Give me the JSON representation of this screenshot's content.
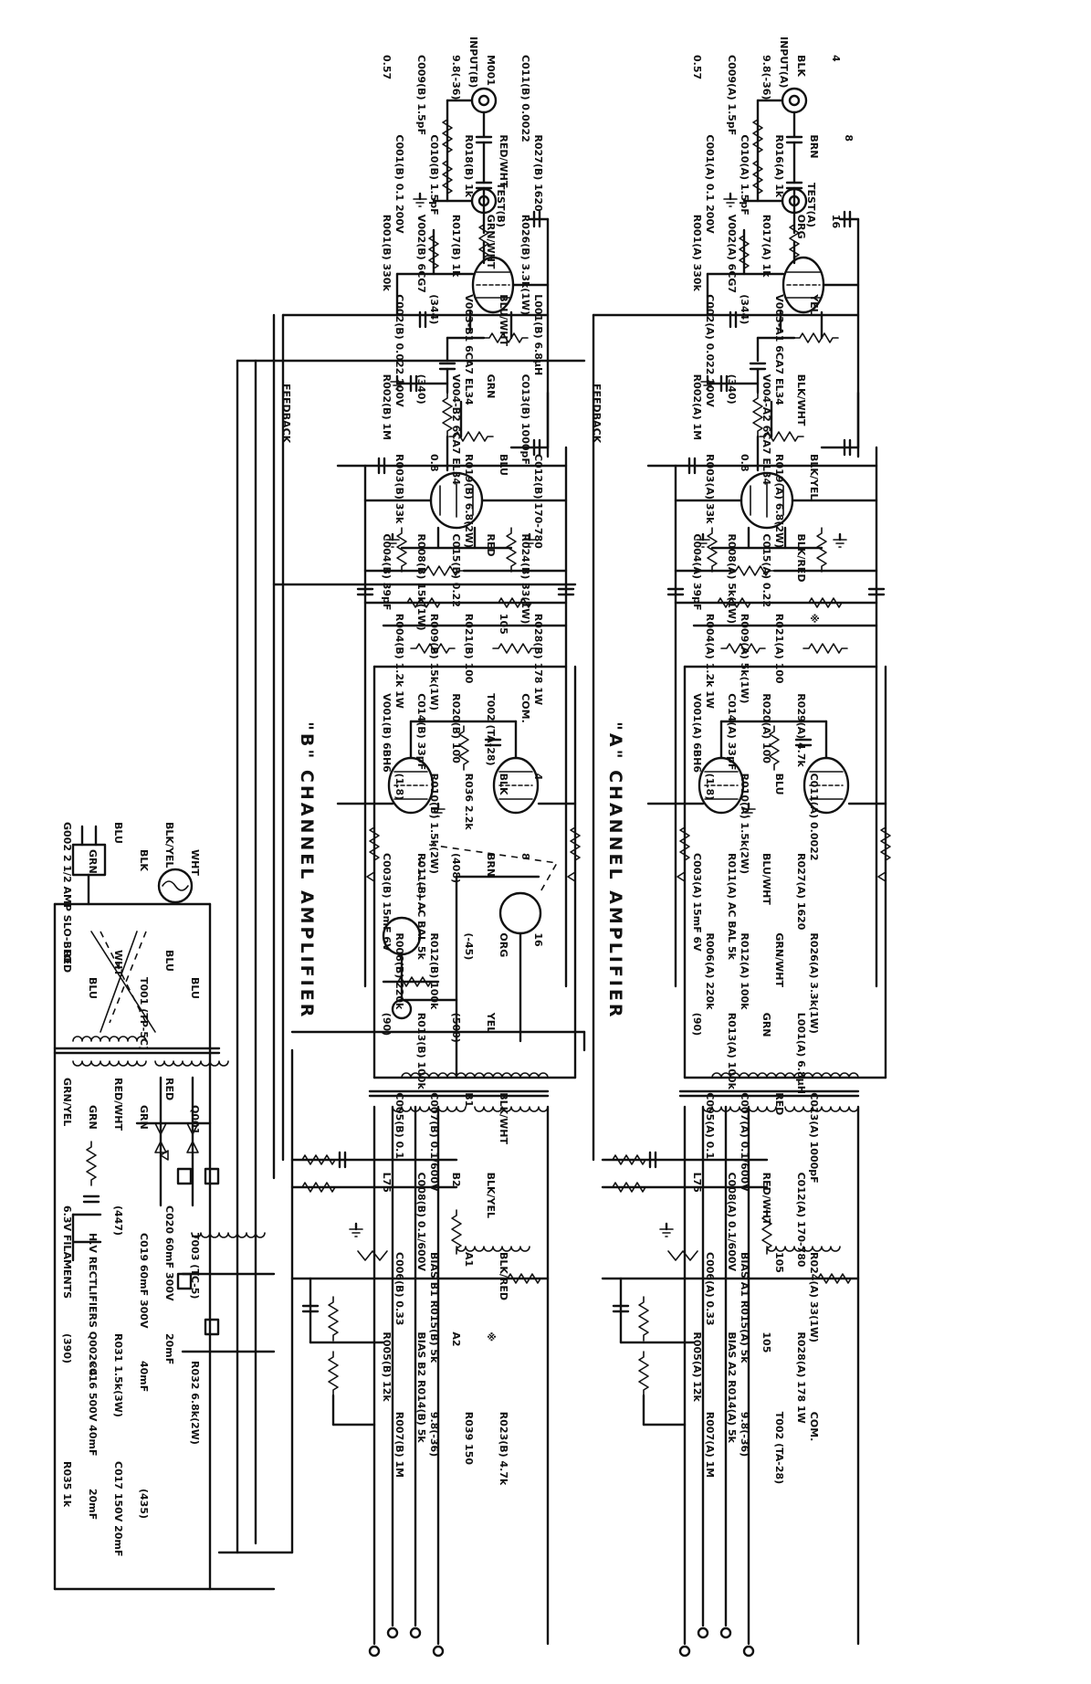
{
  "schematic": {
    "channel_a": {
      "title": "\"A\" CHANNEL  AMPLIFIER",
      "input_jack": "INPUT(A)",
      "test_jack": "TEST(A)",
      "feedback": "FEEDBACK",
      "labels": [
        "0.57",
        "C001(A) 0.1 200V",
        "R001(A) 330k",
        "C002(A) 0.022 200V",
        "R002(A) 1M",
        "R003(A) 33k",
        "C004(A) 39pF",
        "R004(A) 1.2k 1W",
        "V001(A) 6BH6",
        "(1.8)",
        "C003(A) 15mF 6V",
        "R006(A) 220k",
        "(90)",
        "C005(A) 0.1",
        "L75",
        "C006(A) 0.33",
        "R005(A) 12k",
        "R007(A) 1M",
        "C009(A) 1.5pF",
        "C010(A) 1.5pF",
        "V002(A) 6CG7",
        "(344)",
        "(340)",
        "0.8",
        "R008(A) 5k(1W)",
        "R009(A) 5k(1W)",
        "C014(A) 33pF",
        "R010(A) 1.5k(2W)",
        "R011(A) AC BAL 5k",
        "R012(A) 100k",
        "R013(A) 100k",
        "C007(A) 0.1/600V",
        "C008(A) 0.1/600V",
        "BIAS A1 R015(A) 5k",
        "BIAS A2 R014(A) 5k",
        "9.8(-36)",
        "9.8(-36)",
        "R016(A) 1k",
        "R017(A) 1k",
        "V003-A1 6CA7 EL34",
        "V004-A2 6CA7 EL34",
        "R019(A) 6.8(2W)",
        "C015(A) 0.22",
        "R021(A) 100",
        "R020(A) 100",
        "BLU",
        "BLU/WHT",
        "GRN/WHT",
        "GRN",
        "RED",
        "RED/WHT",
        "105",
        "105",
        "T002 (TA-28)",
        "BLK",
        "BRN",
        "ORG",
        "YEL",
        "BLK/WHT",
        "BLK/YEL",
        "BLK/RED",
        "※",
        "R029(A) 4.7k",
        "C011(A) 0.0022",
        "R027(A) 1620",
        "R026(A) 3.3k(1W)",
        "L001(A) 6.8μH",
        "C013(A) 1000pF",
        "C012(A) 170-780",
        "R024(A) 33(1W)",
        "R028(A) 178 1W",
        "COM.",
        "4",
        "8",
        "16"
      ]
    },
    "channel_b": {
      "title": "\"B\" CHANNEL  AMPLIFIER",
      "input_jack": "INPUT(B)",
      "test_jack": "TEST(B)",
      "feedback": "FEEDBACK",
      "labels": [
        "0.57",
        "C001(B) 0.1 200V",
        "R001(B) 330k",
        "C002(B) 0.022 200V",
        "R002(B) 1M",
        "R003(B) 33k",
        "C004(B) 39pF",
        "R004(B) 1.2k 1W",
        "V001(B) 6BH6",
        "(1.8)",
        "C003(B) 15mF 6V",
        "R006(B) 220k",
        "(90)",
        "C005(B) 0.1",
        "L75",
        "C006(B) 0.33",
        "R005(B) 12k",
        "R007(B) 1M",
        "C009(B) 1.5pF",
        "C010(B) 1.5pF",
        "V002(B) 6CG7",
        "(344)",
        "(340)",
        "0.8",
        "R008(B) 15k(1W)",
        "R009(B) 15k(1W)",
        "C014(B) 33pF",
        "R010(B) 1.5k(2W)",
        "R011(B) AC BAL 5k",
        "R012(B) 100k",
        "R013(B) 100k",
        "C007(B) 0.1/600V",
        "C008(B) 0.1/600V",
        "BIAS B1 R015(B) 5k",
        "BIAS B2 R014(B) 5k",
        "9.8(-36)",
        "9.8(-36)",
        "R018(B) 1k",
        "R017(B) 1k",
        "V003-B1 6CA7 EL34",
        "V004-B2 6CA7 EL34",
        "R019(B) 6.8(2W)",
        "C015(B) 0.22",
        "R021(B) 100",
        "R020(B) 100",
        "R036 2.2k",
        "(408)",
        "(-45)",
        "(500)",
        "B1",
        "B2",
        "A1",
        "A2",
        "R039 150",
        "M001",
        "RED/WHT",
        "GRN/WHT",
        "BLU/WHT",
        "GRN",
        "BLU",
        "RED",
        "105",
        "T002 (TA-28)",
        "BLK",
        "BRN",
        "ORG",
        "YEL",
        "BLK/WHT",
        "BLK/YEL",
        "BLK/RED",
        "※",
        "R023(B) 4.7k",
        "C011(B) 0.0022",
        "R027(B) 1620",
        "R026(B) 3.3k(1W)",
        "L001(B) 6.8μH",
        "C013(B) 1000pF",
        "C012(B) 170-780",
        "R024(B) 33(1W)",
        "R028(B) 178 1W",
        "COM.",
        "4",
        "8",
        "16"
      ]
    },
    "power_supply": {
      "labels": [
        "G002 2 1/2 AMP SLO-BLO",
        "GRN",
        "BLU",
        "BLK",
        "BLK/YEL",
        "WHT",
        "RED",
        "BLU",
        "WHT",
        "T001 (TP-5C)",
        "BLU",
        "BLU",
        "GRN/YEL",
        "GRN",
        "RED/WHT",
        "GRN",
        "RED",
        "Q001",
        "6.3V FILAMENTS",
        "H.V RECTLIFIERS Q002×4",
        "(447)",
        "C019 60mF 300V",
        "C020 60mF 300V",
        "T003 (TC-5)",
        "(390)",
        "C016 500V 40mF",
        "R031 1.5k(3W)",
        "40mF",
        "20mF",
        "R032 6.8k(2W)",
        "R035 1k",
        "20mF",
        "C017 150V 20mF",
        "(435)"
      ]
    }
  }
}
